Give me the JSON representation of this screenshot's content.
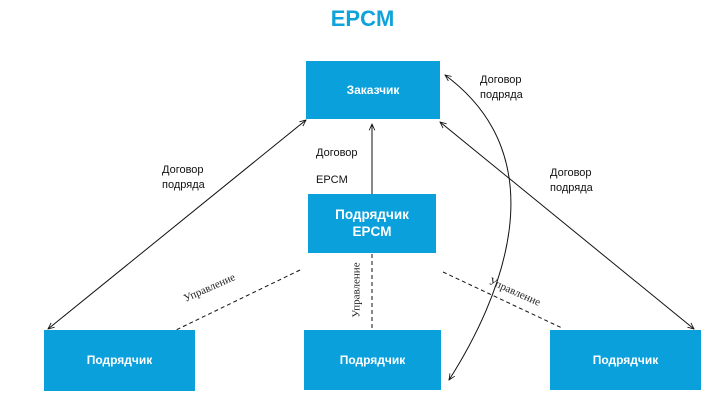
{
  "title": "EPCM",
  "boxes": {
    "customer": "Заказчик",
    "epcm_line1": "Подрядчик",
    "epcm_line2": "EPCM",
    "contractor_left": "Подрядчик",
    "contractor_middle": "Подрядчик",
    "contractor_right": "Подрядчик"
  },
  "labels": {
    "contract_left_1": "Договор",
    "contract_left_2": "подряда",
    "contract_epcm_1": "Договор",
    "contract_epcm_2": "EPCM",
    "contract_curve_1": "Договор",
    "contract_curve_2": "подряда",
    "contract_right_1": "Договор",
    "contract_right_2": "подряда",
    "management_left": "Управление",
    "management_middle": "Управление",
    "management_right": "Управление"
  },
  "colors": {
    "box_fill": "#0aa0dc",
    "title": "#0fa3da",
    "line": "#111111"
  }
}
